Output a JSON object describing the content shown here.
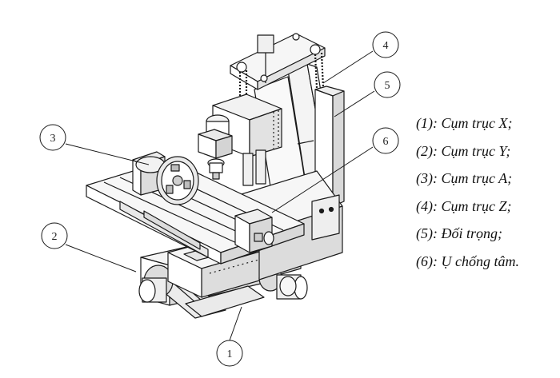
{
  "callouts": [
    "1",
    "2",
    "3",
    "4",
    "5",
    "6"
  ],
  "legend": [
    "(1): Cụm trục X;",
    "(2): Cụm trục Y;",
    "(3): Cụm trục A;",
    "(4): Cụm trục Z;",
    "(5): Đối trọng;",
    "(6): Ụ chống tâm."
  ],
  "colors": {
    "line": "#1a1a1a",
    "fill": "#ffffff",
    "shade": "#d9d9d9",
    "dark": "#8a8a8a"
  }
}
